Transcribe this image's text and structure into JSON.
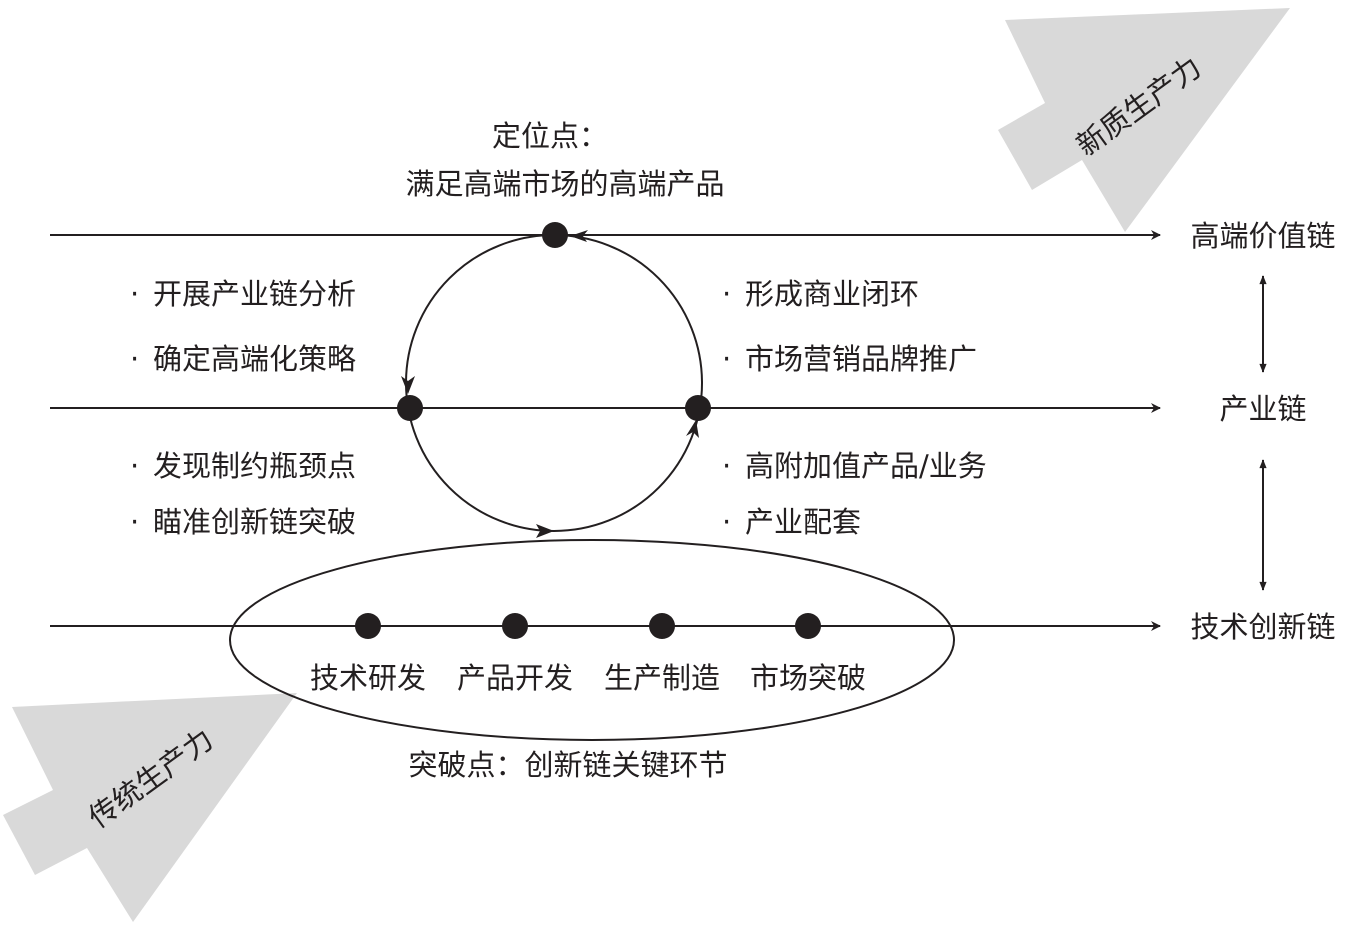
{
  "arrows": {
    "new_productivity": "新质生产力",
    "traditional_productivity": "传统生产力"
  },
  "chains": {
    "high_end_value_chain": "高端价值链",
    "industry_chain": "产业链",
    "tech_innovation_chain": "技术创新链"
  },
  "anchor": {
    "title": "定位点：",
    "subtitle": "满足高端市场的高端产品"
  },
  "left_bullets": {
    "upper": [
      "开展产业链分析",
      "确定高端化策略"
    ],
    "lower": [
      "发现制约瓶颈点",
      "瞄准创新链突破"
    ]
  },
  "right_bullets": {
    "upper": [
      "形成商业闭环",
      "市场营销品牌推广"
    ],
    "lower": [
      "高附加值产品/业务",
      "产业配套"
    ]
  },
  "bullet_mark": "·",
  "innovation_steps": [
    "技术研发",
    "产品开发",
    "生产制造",
    "市场突破"
  ],
  "breakthrough": "突破点：创新链关键环节",
  "colors": {
    "ink": "#231f20",
    "grey_arrow": "#d9d9d9"
  }
}
